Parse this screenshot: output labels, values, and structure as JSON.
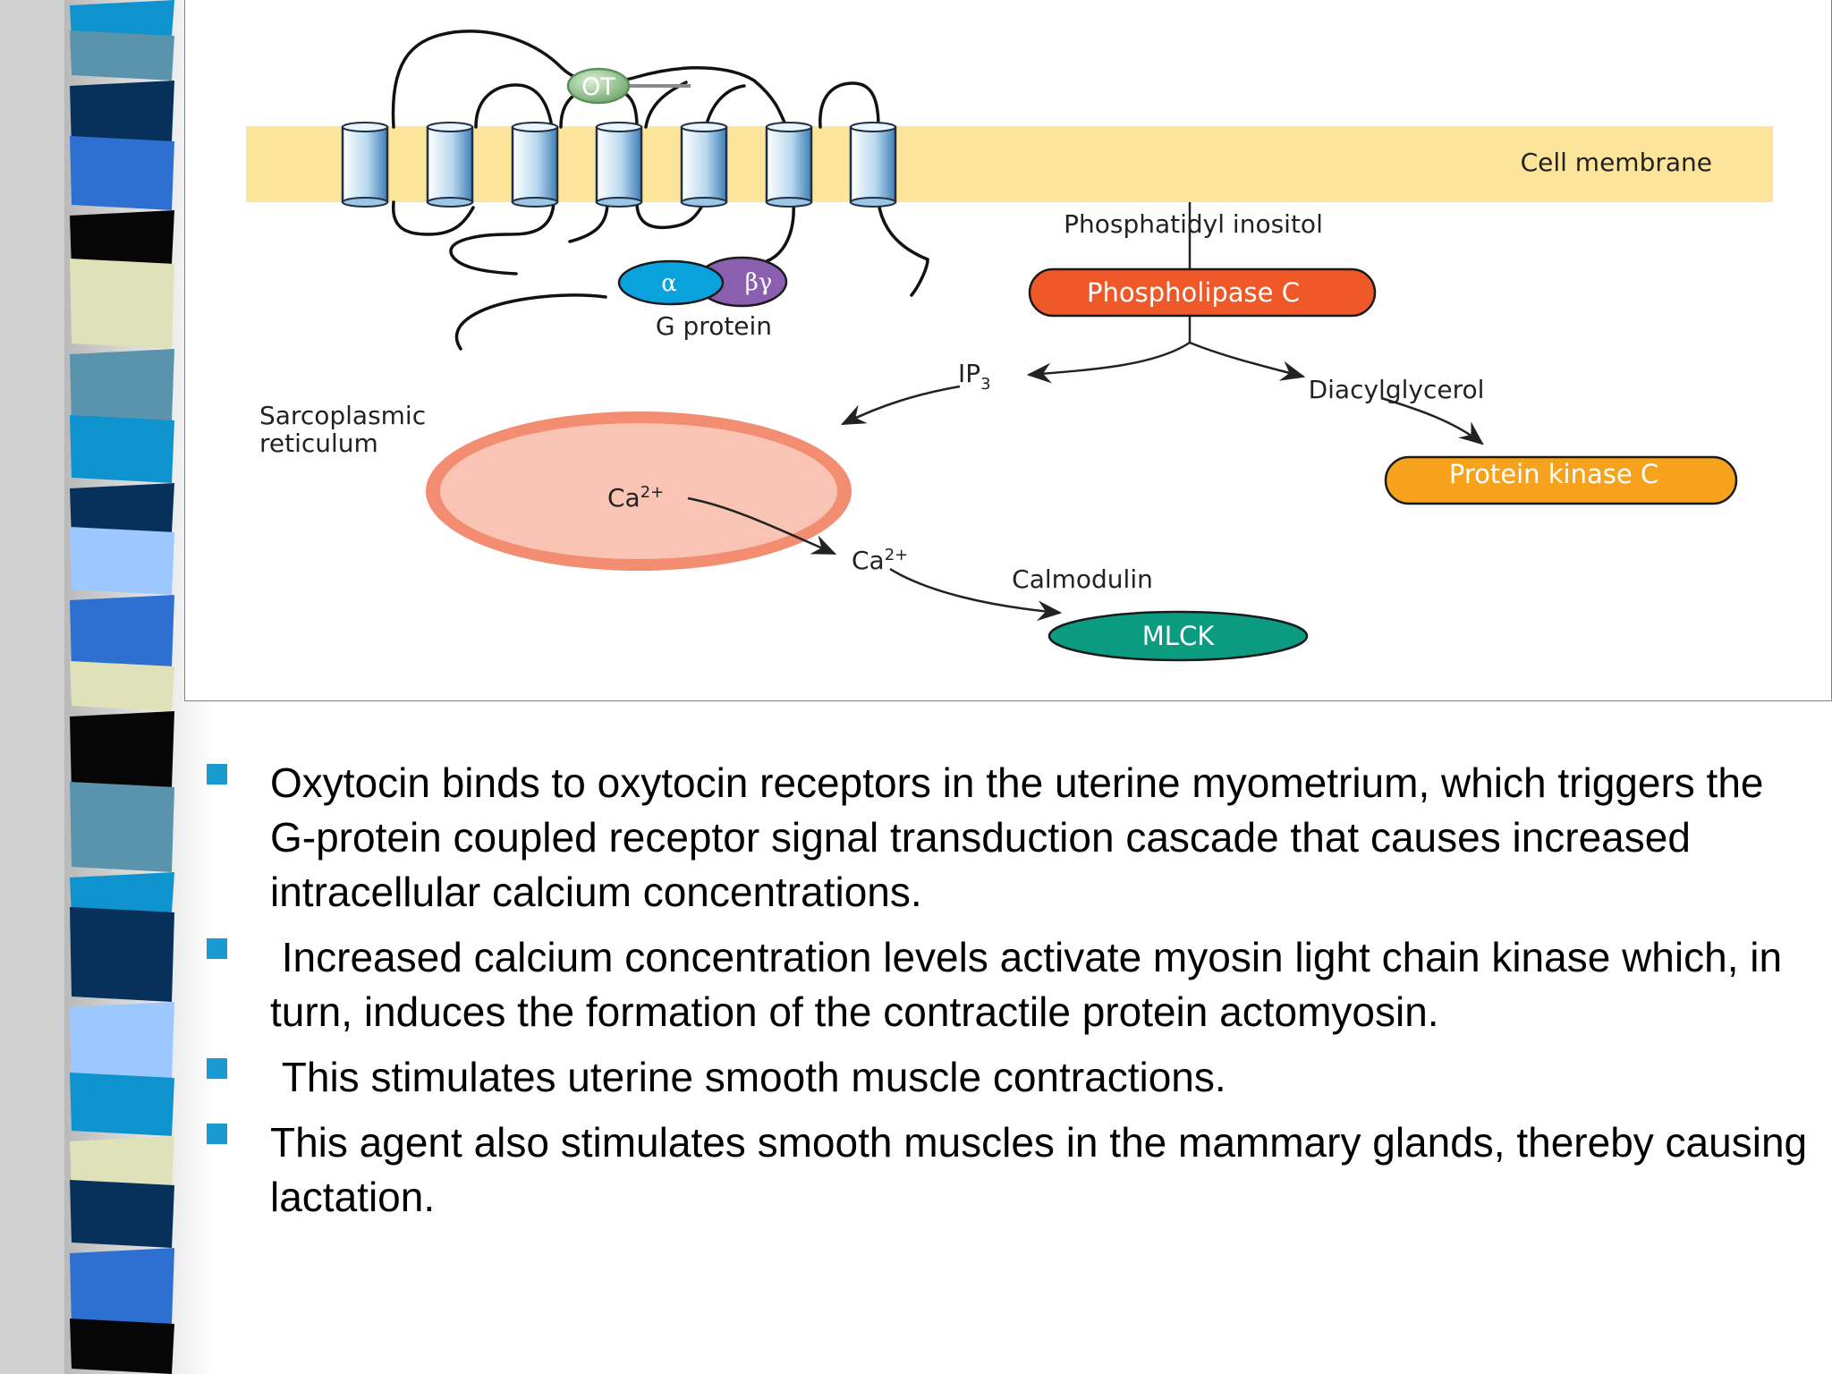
{
  "slide": {
    "diagram": {
      "labels": {
        "ligand": "OT",
        "cell_membrane": "Cell membrane",
        "g_protein_alpha": "α",
        "g_protein_beta_gamma": "βγ",
        "g_protein": "G protein",
        "phosphatidyl_inositol": "Phosphatidyl inositol",
        "phospholipase_c": "Phospholipase C",
        "ip3": "IP",
        "ip3_subscript": "3",
        "diacylglycerol": "Diacylglycerol",
        "protein_kinase_c": "Protein kinase C",
        "sarcoplasmic_line1": "Sarcoplasmic",
        "sarcoplasmic_line2": "reticulum",
        "ca_inside": "Ca",
        "ca_inside_charge": "2+",
        "ca_outside": "Ca",
        "ca_outside_charge": "2+",
        "calmodulin": "Calmodulin",
        "mlck": "MLCK"
      },
      "colors": {
        "membrane": "#fde49b",
        "helix_outline": "#1e2f46",
        "helix_fill": "#b9d9ee",
        "alpha": "#0aa2dc",
        "beta_gamma": "#8b5fb0",
        "phospholipase_c": "#ef5829",
        "protein_kinase_c": "#f7a21c",
        "mlck": "#0b9b80",
        "sr_ring": "#f28d72",
        "sr_fill": "#f9c4b3",
        "ot": "#8ebd8a"
      }
    },
    "bullets": [
      "Oxytocin binds to oxytocin receptors in the uterine myometrium, which triggers the G-protein coupled receptor signal transduction cascade that causes increased intracellular calcium concentrations.",
      " Increased calcium concentration levels activate myosin light chain kinase which, in turn, induces the formation of the contractile protein actomyosin.",
      " This stimulates uterine smooth muscle contractions.",
      "This agent also stimulates smooth muscles in the mammary glands, thereby causing lactation."
    ],
    "theme_colors": {
      "bullet": "#1a9bcf",
      "stripe": [
        "#0e93cf",
        "#5a94ac",
        "#07305a",
        "#2e6fd2",
        "#060606",
        "#dfe2b8",
        "#9dc8ff"
      ]
    }
  }
}
